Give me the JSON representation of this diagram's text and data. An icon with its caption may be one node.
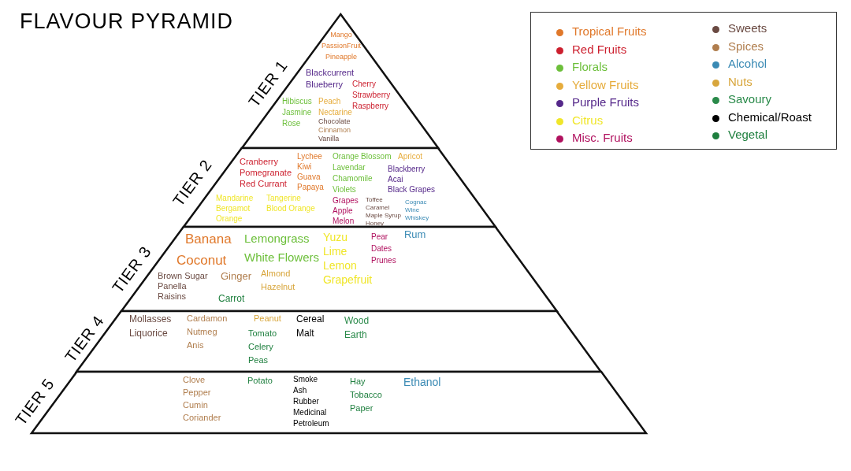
{
  "diagram": {
    "title": "FLAVOUR PYRAMID",
    "nodes": [
      {
        "text": [
          "Mango",
          "PassionFruit",
          "Pineapple",
          "Blackcurrent",
          "Blueberry",
          "Cherry",
          "Strawberry",
          "Raspberry",
          "Hibiscus",
          "Jasmine",
          "Rose",
          "Peach",
          "Nectarine",
          "Chocolate",
          "Cinnamon",
          "Vanilla"
        ],
        "beside": [
          "TIER 1"
        ]
      },
      {
        "text": [
          "Cranberry",
          "Pomegranate",
          "Red Currant",
          "Lychee",
          "Kiwi",
          "Guava",
          "Papaya",
          "Orange Blossom",
          "Lavendar",
          "Chamomile",
          "Violets",
          "Apricot",
          "Blackberry",
          "Acai",
          "Black Grapes",
          "Mandarine",
          "Bergamot",
          "Orange",
          "Tangerine",
          "Blood Orange",
          "Grapes",
          "Apple",
          "Melon",
          "Toffee",
          "Caramel",
          "Maple Syrup",
          "Honey",
          "Cognac",
          "Wine",
          "Whiskey"
        ],
        "beside": [
          "TIER 2"
        ]
      },
      {
        "text": [
          "Banana",
          "Coconut",
          "Lemongrass",
          "White Flowers",
          "Yuzu",
          "Lime",
          "Lemon",
          "Grapefruit",
          "Pear",
          "Dates",
          "Prunes",
          "Rum",
          "Brown Sugar",
          "Panella",
          "Raisins",
          "Ginger",
          "Almond",
          "Hazelnut",
          "Carrot"
        ],
        "beside": [
          "TIER 3"
        ]
      },
      {
        "text": [
          "Mollasses",
          "Liquorice",
          "Cardamon",
          "Nutmeg",
          "Anis",
          "Peanut",
          "Tomato",
          "Celery",
          "Peas",
          "Cereal",
          "Malt",
          "Wood",
          "Earth"
        ],
        "beside": [
          "TIER 4"
        ]
      },
      {
        "text": [
          "Clove",
          "Pepper",
          "Cumin",
          "Coriander",
          "Potato",
          "Smoke",
          "Ash",
          "Rubber",
          "Medicinal",
          "Petroleum",
          "Hay",
          "Tobacco",
          "Paper",
          "Ethanol"
        ],
        "beside": [
          "TIER 5"
        ]
      }
    ],
    "legend": [
      {
        "text": "Tropical Fruits",
        "color": "#e0782a"
      },
      {
        "text": "Red Fruits",
        "color": "#cc1f2e"
      },
      {
        "text": "Florals",
        "color": "#6cbf3a"
      },
      {
        "text": "Yellow Fruits",
        "color": "#e6ac3c"
      },
      {
        "text": "Purple Fruits",
        "color": "#55288a"
      },
      {
        "text": "Citrus",
        "color": "#f0e62a"
      },
      {
        "text": "Misc. Fruits",
        "color": "#b0105e"
      },
      {
        "text": "Sweets",
        "color": "#6a4a42"
      },
      {
        "text": "Spices",
        "color": "#b07e4e"
      },
      {
        "text": "Alcohol",
        "color": "#3a8ab4"
      },
      {
        "text": "Nuts",
        "color": "#d8a63c"
      },
      {
        "text": "Savoury",
        "color": "#2a8a4a"
      },
      {
        "text": "Chemical/Roast",
        "color": "#000000"
      },
      {
        "text": "Vegetal",
        "color": "#1e7f3e"
      }
    ]
  }
}
